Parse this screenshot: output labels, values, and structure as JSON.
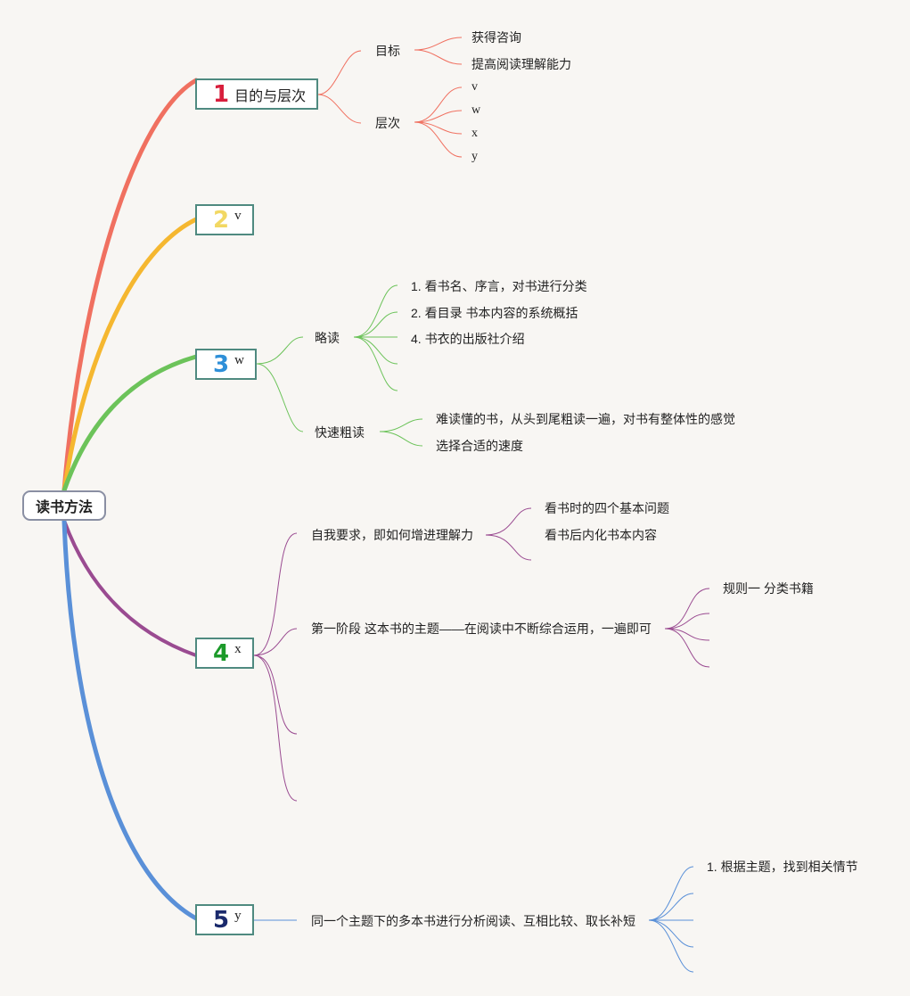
{
  "root": {
    "label": "读书方法"
  },
  "branches": [
    {
      "number": "1",
      "label": "目的与层次",
      "color": "#f07060",
      "number_color": "#d81e3c"
    },
    {
      "number": "2",
      "label": "v",
      "color": "#f5b730",
      "number_color": "#f2d863"
    },
    {
      "number": "3",
      "label": "w",
      "color": "#6cc35a",
      "number_color": "#2e8fd8"
    },
    {
      "number": "4",
      "label": "x",
      "color": "#9a4b91",
      "number_color": "#1c9a2a"
    },
    {
      "number": "5",
      "label": "y",
      "color": "#5a90d8",
      "number_color": "#1a2a6c"
    }
  ],
  "b1": {
    "goal": {
      "label": "目标",
      "children": [
        "获得咨询",
        "提高阅读理解能力"
      ]
    },
    "level": {
      "label": "层次",
      "children": [
        "v",
        "w",
        "x",
        "y"
      ]
    }
  },
  "b3": {
    "skim": {
      "label": "略读",
      "children": [
        "1. 看书名、序言，对书进行分类",
        "2. 看目录 书本内容的系统概括",
        "4. 书衣的出版社介绍"
      ]
    },
    "fast": {
      "label": "快速粗读",
      "children": [
        "难读懂的书，从头到尾粗读一遍，对书有整体性的感觉",
        "选择合适的速度"
      ]
    }
  },
  "b4": {
    "self": {
      "label": "自我要求，即如何增进理解力",
      "children": [
        "看书时的四个基本问题",
        "看书后内化书本内容"
      ]
    },
    "stage1": {
      "label": "第一阶段 这本书的主题——在阅读中不断综合运用，一遍即可",
      "children": [
        "规则一 分类书籍"
      ]
    }
  },
  "b5": {
    "main": {
      "label": "同一个主题下的多本书进行分析阅读、互相比较、取长补短",
      "children": [
        "1. 根据主题，找到相关情节"
      ]
    }
  }
}
